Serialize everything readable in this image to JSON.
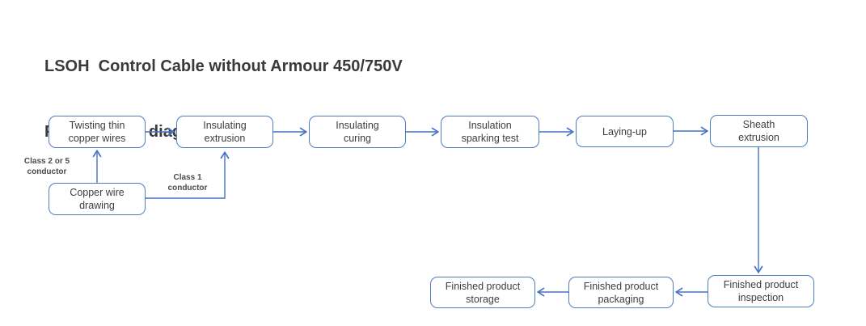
{
  "title": {
    "line1": "LSOH  Control Cable without Armour 450/750V",
    "line2": "Process flow diagram"
  },
  "nodes": {
    "twisting_thin_copper_wires": "Twisting thin\ncopper wires",
    "insulating_extrusion": "Insulating\nextrusion",
    "insulating_curing": "Insulating\ncuring",
    "insulation_sparking_test": "Insulation\nsparking test",
    "laying_up": "Laying-up",
    "sheath_extrusion": "Sheath\nextrusion",
    "copper_wire_drawing": "Copper wire\ndrawing",
    "finished_product_inspection": "Finished product\ninspection",
    "finished_product_packaging": "Finished product\npackaging",
    "finished_product_storage": "Finished product\nstorage"
  },
  "annotations": {
    "class_2_or_5_conductor": "Class 2 or 5\nconductor",
    "class_1_conductor": "Class 1\nconductor"
  },
  "edges": [
    {
      "from": "Twisting thin copper wires",
      "to": "Insulating extrusion"
    },
    {
      "from": "Insulating extrusion",
      "to": "Insulating curing"
    },
    {
      "from": "Insulating curing",
      "to": "Insulation sparking test"
    },
    {
      "from": "Insulation sparking test",
      "to": "Laying-up"
    },
    {
      "from": "Laying-up",
      "to": "Sheath extrusion"
    },
    {
      "from": "Copper wire drawing",
      "to": "Twisting thin copper wires",
      "label": "Class 2 or 5 conductor"
    },
    {
      "from": "Copper wire drawing",
      "to": "Insulating extrusion",
      "label": "Class 1 conductor"
    },
    {
      "from": "Sheath extrusion",
      "to": "Finished product inspection"
    },
    {
      "from": "Finished product inspection",
      "to": "Finished product packaging"
    },
    {
      "from": "Finished product packaging",
      "to": "Finished product storage"
    }
  ],
  "colors": {
    "box_border": "#4f7dc2",
    "arrow": "#4573c4",
    "text": "#3d3d3d",
    "title_text": "#3a3a3a",
    "background": "#ffffff"
  }
}
